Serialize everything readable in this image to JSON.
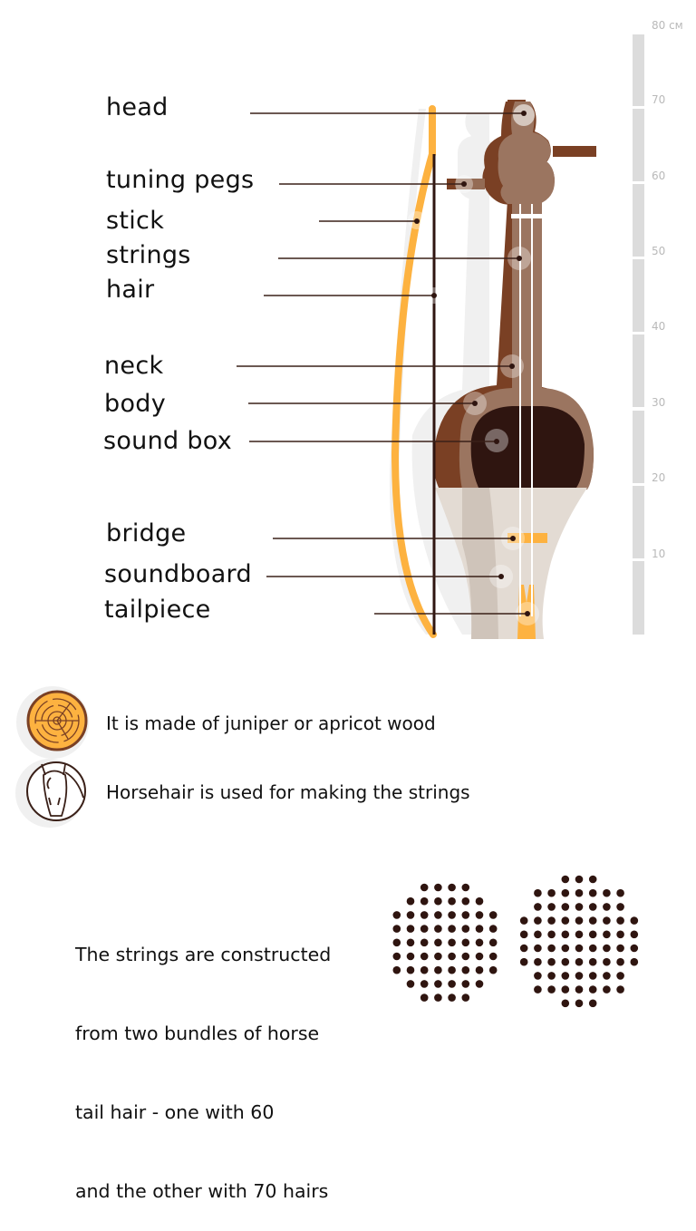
{
  "colors": {
    "dark_brown": "#7a4024",
    "mid_brown": "#9b7560",
    "light_brown": "#bfa99b",
    "sound_hole": "#2f1510",
    "soundboard": "#e3dbd3",
    "orange": "#fdb240",
    "shadow": "#f0f0f0",
    "ruler": "#dcdcdc",
    "leader": "#3a2018",
    "text": "#111111"
  },
  "ruler": {
    "unit_label": "80 см",
    "ticks": [
      "70",
      "60",
      "50",
      "40",
      "30",
      "20",
      "10"
    ]
  },
  "parts": [
    {
      "label": "head"
    },
    {
      "label": "tuning pegs"
    },
    {
      "label": "stick"
    },
    {
      "label": "strings"
    },
    {
      "label": "hair"
    },
    {
      "label": "neck"
    },
    {
      "label": "body"
    },
    {
      "label": "sound box"
    },
    {
      "label": "bridge"
    },
    {
      "label": "soundboard"
    },
    {
      "label": "tailpiece"
    }
  ],
  "facts": [
    {
      "icon": "wood-log-icon",
      "text": "It is made of juniper or apricot wood"
    },
    {
      "icon": "horse-head-icon",
      "text": "Horsehair is used for making the strings"
    }
  ],
  "note": {
    "lines": [
      "The strings are constructed",
      "from two bundles of horse",
      "tail hair - one with 60",
      "and the other with 70 hairs"
    ]
  },
  "bundles": [
    {
      "hairs": 60,
      "rows": [
        4,
        6,
        8,
        8,
        8,
        8,
        8,
        6,
        4
      ]
    },
    {
      "hairs": 70,
      "rows": [
        3,
        7,
        7,
        9,
        9,
        9,
        9,
        7,
        7,
        3
      ]
    }
  ]
}
